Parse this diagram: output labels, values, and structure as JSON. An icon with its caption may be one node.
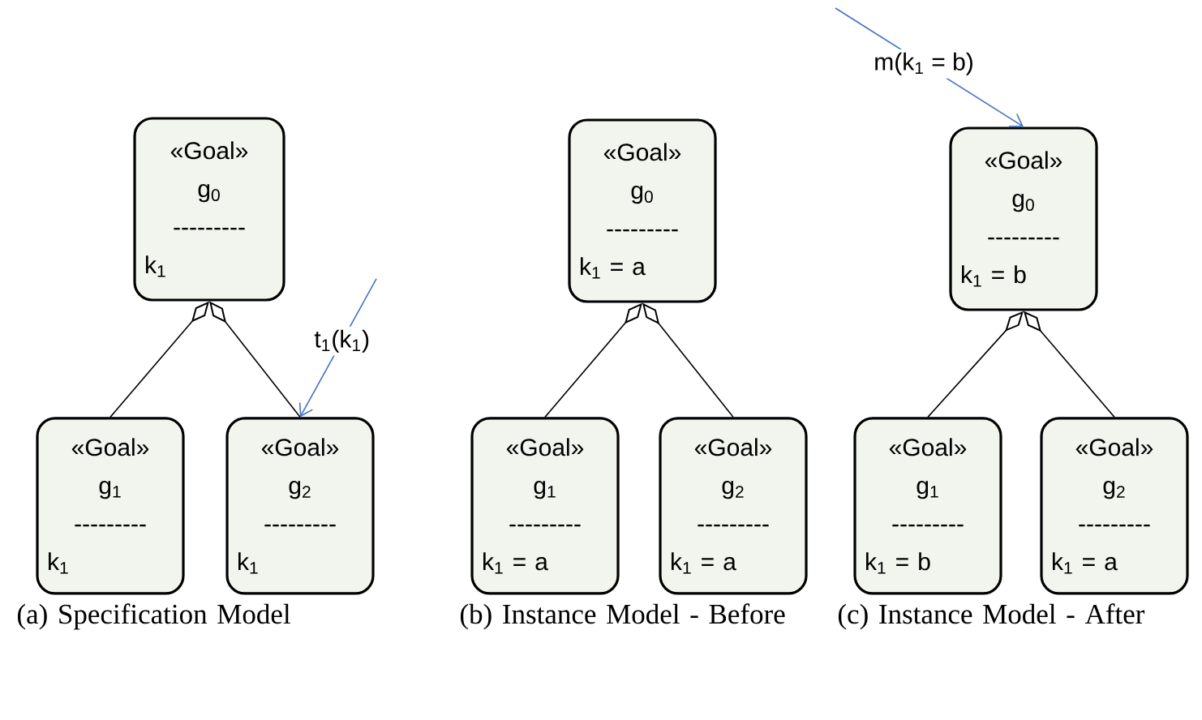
{
  "diagram": {
    "nodes": [
      {
        "text": [
          "«Goal»",
          "g$_{0}$",
          "---------",
          "k$_{1}$"
        ]
      },
      {
        "text": [
          "«Goal»",
          "g$_{1}$",
          "---------",
          "k$_{1}$"
        ]
      },
      {
        "text": [
          "«Goal»",
          "g$_{2}$",
          "---------",
          "k$_{1}$"
        ]
      },
      {
        "text": [
          "«Goal»",
          "g$_{0}$",
          "---------",
          "k$_{1}$ = a"
        ]
      },
      {
        "text": [
          "«Goal»",
          "g$_{1}$",
          "---------",
          "k$_{1}$ = a"
        ]
      },
      {
        "text": [
          "«Goal»",
          "g$_{2}$",
          "---------",
          "k$_{1}$ = a"
        ]
      },
      {
        "text": [
          "«Goal»",
          "g$_{0}$",
          "---------",
          "k$_{1}$ = b"
        ]
      },
      {
        "text": [
          "«Goal»",
          "g$_{1}$",
          "---------",
          "k$_{1}$ = b"
        ]
      },
      {
        "text": [
          "«Goal»",
          "g$_{2}$",
          "---------",
          "k$_{1}$ = a"
        ]
      }
    ],
    "edges": [
      {
        "from": 0,
        "to": 1,
        "arrow": "other"
      },
      {
        "from": 0,
        "to": 2,
        "arrow": "other"
      },
      {
        "from": 3,
        "to": 4,
        "arrow": "other"
      },
      {
        "from": 3,
        "to": 5,
        "arrow": "other"
      },
      {
        "from": 6,
        "to": 7,
        "arrow": "other"
      },
      {
        "from": 6,
        "to": 8,
        "arrow": "other"
      },
      {
        "from": null,
        "to": 2,
        "arrow": "to",
        "label": "t$_{1}$(k$_{1}$)",
        "color": "#4472c4"
      },
      {
        "from": null,
        "to": 6,
        "arrow": "to",
        "label": "m(k$_{1}$ = b)",
        "color": "#4472c4"
      }
    ],
    "labels": [
      "(a) Specification Model",
      "(b) Instance Model - Before",
      "(c) Instance Model - After"
    ]
  }
}
